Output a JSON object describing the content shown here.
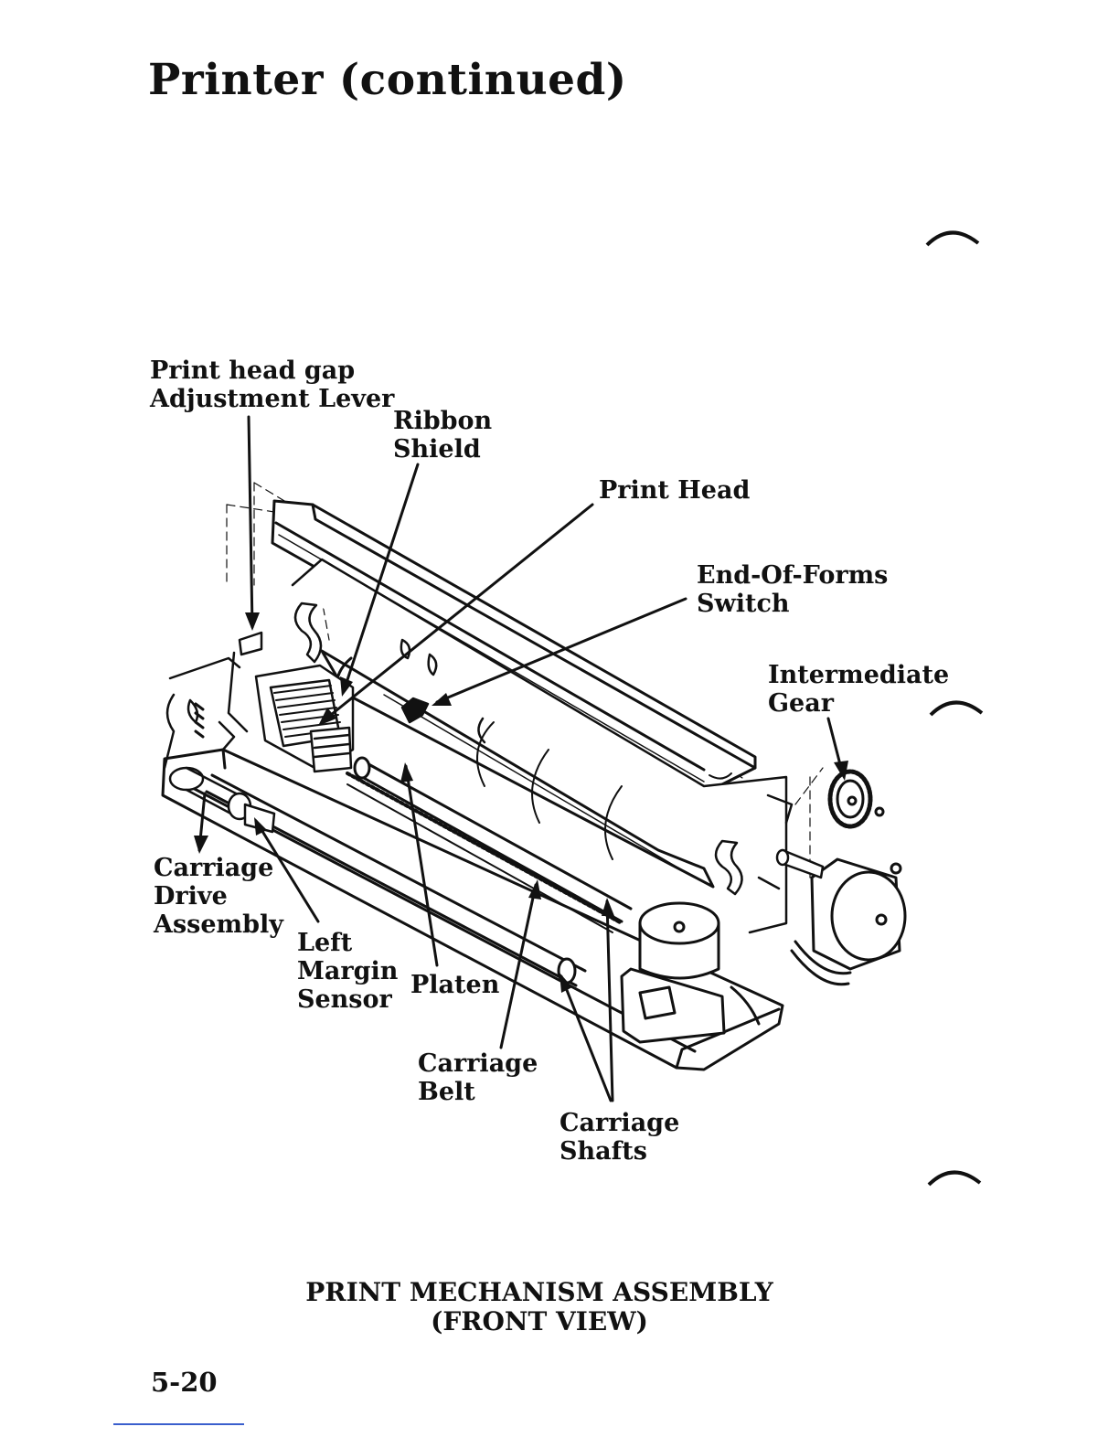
{
  "page": {
    "title": "Printer (continued)",
    "page_number": "5-20"
  },
  "figure": {
    "caption_line1": "PRINT MECHANISM ASSEMBLY",
    "caption_line2": "(FRONT VIEW)",
    "callouts": {
      "print_head_gap": [
        "Print head gap",
        "Adjustment Lever"
      ],
      "ribbon_shield": [
        "Ribbon",
        "Shield"
      ],
      "print_head": [
        "Print Head"
      ],
      "end_of_forms": [
        "End-Of-Forms",
        "Switch"
      ],
      "intermediate_gear": [
        "Intermediate",
        "Gear"
      ],
      "carriage_drive": [
        "Carriage",
        "Drive",
        "Assembly"
      ],
      "left_margin": [
        "Left",
        "Margin",
        "Sensor"
      ],
      "platen": [
        "Platen"
      ],
      "carriage_belt": [
        "Carriage",
        "Belt"
      ],
      "carriage_shafts": [
        "Carriage",
        "Shafts"
      ]
    }
  },
  "colors": {
    "ink": "#111111",
    "rule": "#3a5fcd"
  }
}
